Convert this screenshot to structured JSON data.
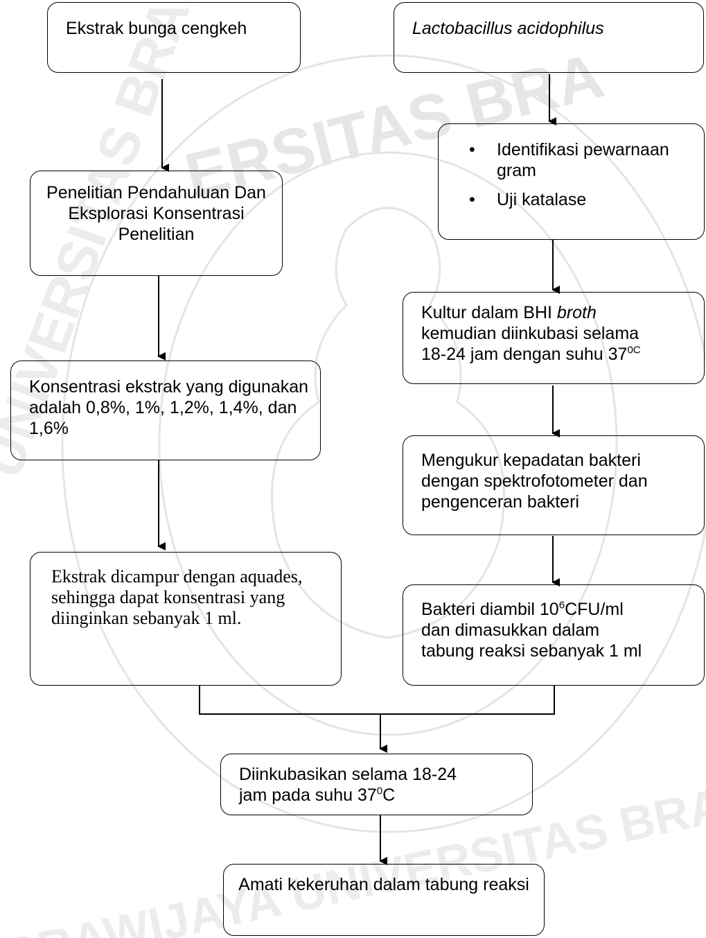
{
  "watermark": {
    "text_top": "ERSITAS BRA",
    "text_left": "UNIVERSITAS BRAWIJAYA",
    "text_bottom": "BRAWIJAYA UNIVERSITAS BRAWIJAYA"
  },
  "left": {
    "start": "Ekstrak bunga cengkeh",
    "pre_research": "Penelitian Pendahuluan Dan Eksplorasi Konsentrasi Penelitian",
    "concentration": "Konsentrasi ekstrak yang digunakan adalah 0,8%, 1%, 1,2%, 1,4%, dan 1,6%",
    "mixing": "Ekstrak dicampur dengan aquades, sehingga dapat konsentrasi yang diinginkan sebanyak 1 ml."
  },
  "right": {
    "start": "Lactobacillus acidophilus",
    "identification_items": [
      "Identifikasi pewarnaan gram",
      "Uji katalase"
    ],
    "culture": {
      "line1_prefix": "Kultur dalam BHI ",
      "line1_italic": "broth",
      "line2": "kemudian diinkubasi selama",
      "line3": "18-24 jam dengan suhu 37",
      "line3_sup": "0C"
    },
    "density": "Mengukur kepadatan bakteri dengan spektrofotometer dan pengenceran bakteri",
    "bacteria": {
      "line1_prefix": "Bakteri diambil 10",
      "line1_sup": "6",
      "line1_suffix": "CFU/ml",
      "line2": "dan dimasukkan dalam",
      "line3": "tabung reaksi sebanyak 1 ml"
    }
  },
  "bottom": {
    "incubate_line1": "Diinkubasikan selama 18-24",
    "incubate_line2_prefix": "jam pada suhu 37",
    "incubate_line2_sup": "0",
    "incubate_line2_suffix": "C",
    "observe": "Amati kekeruhan dalam tabung reaksi"
  }
}
